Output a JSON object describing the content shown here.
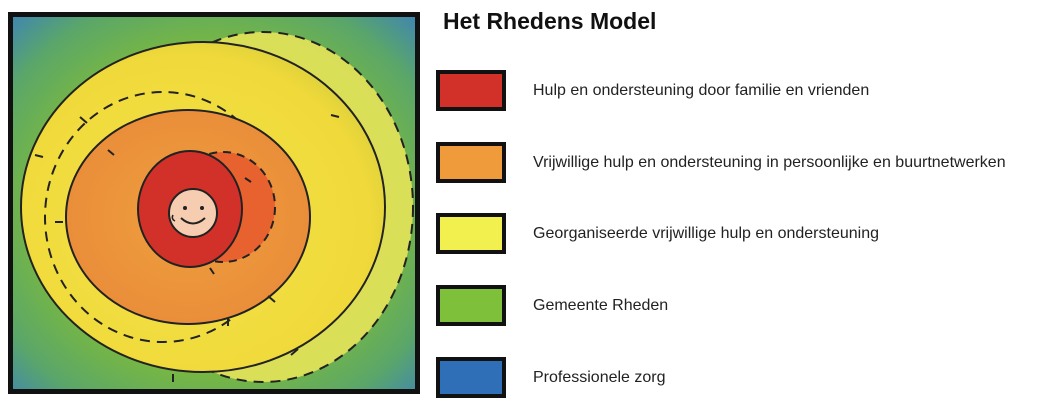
{
  "title": "Het Rhedens Model",
  "legend": [
    {
      "label": "Hulp en ondersteuning door familie en vrienden",
      "color": "#d2312a"
    },
    {
      "label": "Vrijwillige hulp en ondersteuning in persoonlijke en buurtnetwerken",
      "color": "#ef9b3c"
    },
    {
      "label": "Georganiseerde vrijwillige hulp en ondersteuning",
      "color": "#f2f04e"
    },
    {
      "label": "Gemeente Rheden",
      "color": "#7ec03a"
    },
    {
      "label": "Professionele zorg",
      "color": "#2f6fb8"
    }
  ],
  "center_icon": "smiling-face-icon"
}
